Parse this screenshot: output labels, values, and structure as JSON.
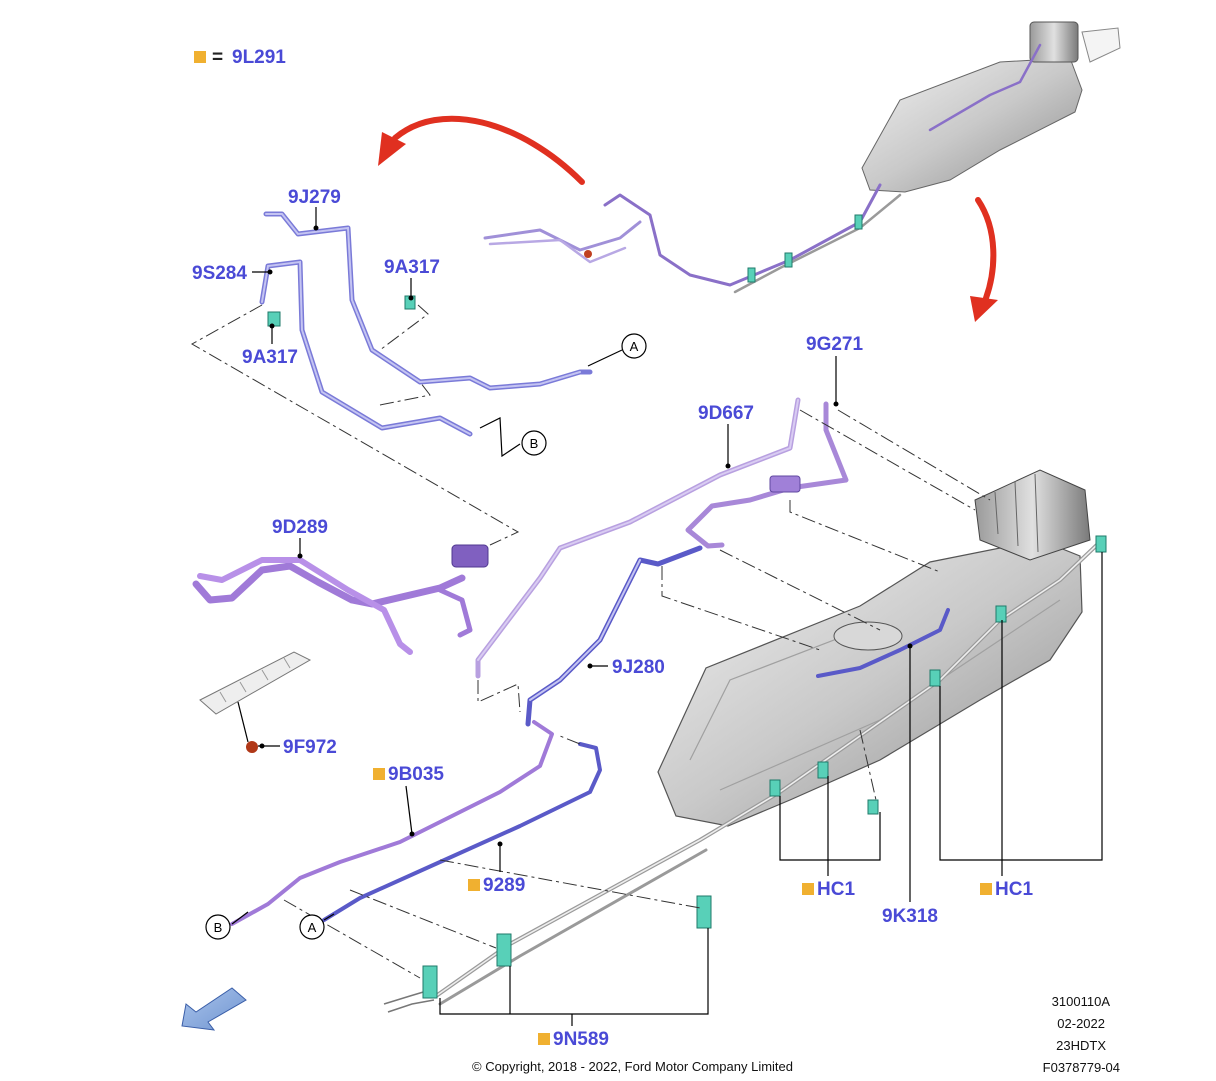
{
  "legend": {
    "swatch_color": "#f0b030",
    "equals": "=",
    "code": "9L291"
  },
  "labels": {
    "p9J279": "9J279",
    "p9S284": "9S284",
    "p9A317_top": "9A317",
    "p9A317_left": "9A317",
    "p9G271": "9G271",
    "p9D667": "9D667",
    "p9D289": "9D289",
    "p9J280": "9J280",
    "p9F972": "9F972",
    "p9B035": "9B035",
    "p9289": "9289",
    "pHC1_a": "HC1",
    "pHC1_b": "HC1",
    "p9K318": "9K318",
    "p9N589": "9N589"
  },
  "callouts": {
    "A": "A",
    "B": "B"
  },
  "footer": {
    "copyright": "© Copyright, 2018 - 2022, Ford Motor Company Limited",
    "ref_1": "3100110A",
    "ref_2": "02-2022",
    "ref_3": "23HDTX",
    "ref_4": "F0378779-04"
  },
  "colors": {
    "label": "#4a4ad6",
    "arrow_red": "#e03020",
    "tube_purple": "#8a70c8",
    "tube_blue": "#5a5ac8",
    "clip_green": "#58d0b8",
    "swatch": "#f0b030",
    "tank_grey": "#c8c8c8"
  }
}
